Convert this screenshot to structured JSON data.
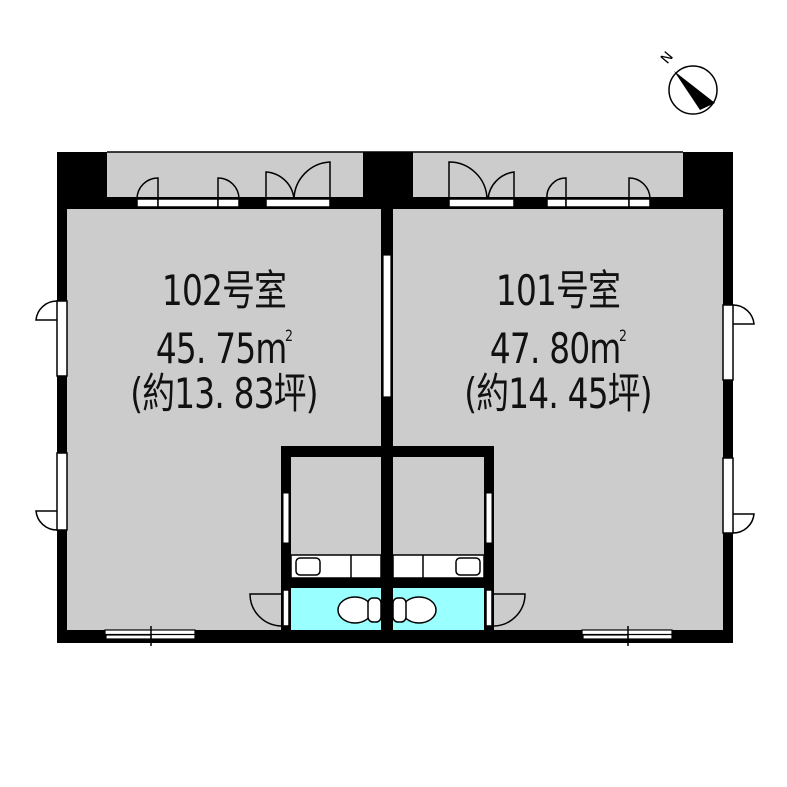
{
  "floor_plan": {
    "compass": {
      "label": "N",
      "icon": "north-arrow-icon"
    },
    "colors": {
      "wall": "#000000",
      "floor": "#cccccc",
      "balcony": "#cccccc",
      "toilet_floor": "#99ffff",
      "fixture": "#ffffff",
      "background": "#ffffff"
    },
    "units": [
      {
        "id": "102",
        "name": "102号室",
        "area_sqm": "45. 75",
        "area_unit": "m",
        "area_unit_sup": "2",
        "area_tsubo": "(約13. 83坪)"
      },
      {
        "id": "101",
        "name": "101号室",
        "area_sqm": "47. 80",
        "area_unit": "m",
        "area_unit_sup": "2",
        "area_tsubo": "(約14. 45坪)"
      }
    ]
  }
}
